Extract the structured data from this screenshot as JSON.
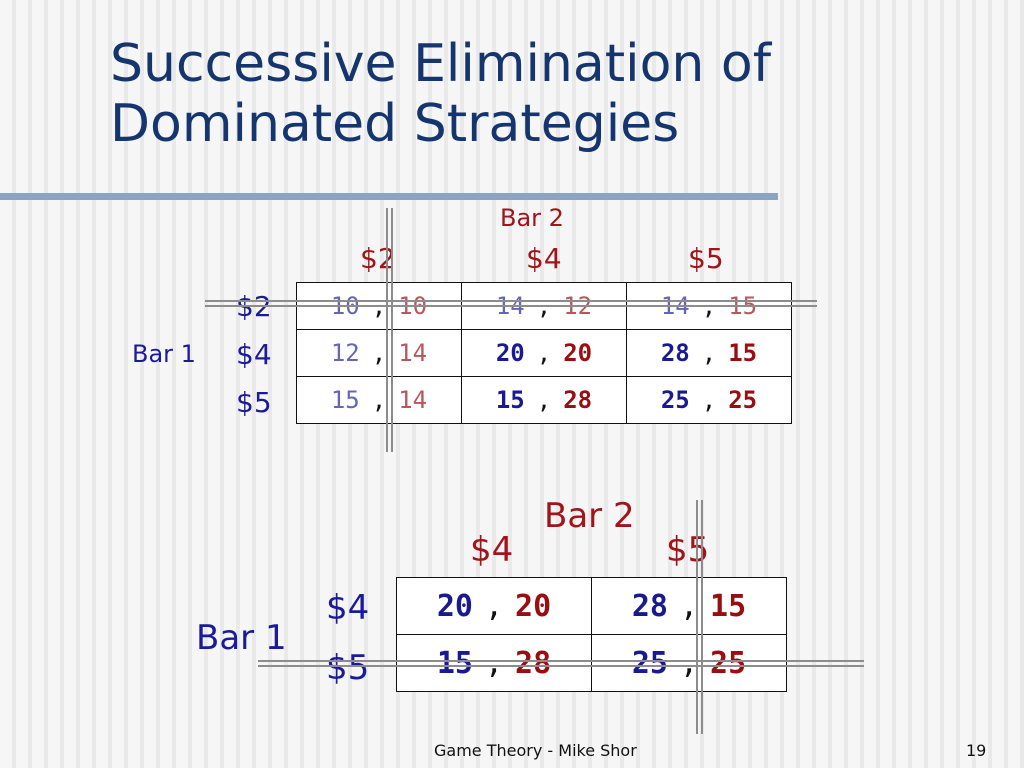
{
  "slide": {
    "title_line1": "Successive Elimination of",
    "title_line2": "Dominated Strategies",
    "footer": "Game Theory - Mike Shor",
    "page_number": "19"
  },
  "matrix_full": {
    "col_player": "Bar 2",
    "row_player": "Bar 1",
    "col_labels": [
      "$2",
      "$4",
      "$5"
    ],
    "row_labels": [
      "$2",
      "$4",
      "$5"
    ],
    "rows": [
      [
        [
          "10",
          "10"
        ],
        [
          "14",
          "12"
        ],
        [
          "14",
          "15"
        ]
      ],
      [
        [
          "12",
          "14"
        ],
        [
          "20",
          "20"
        ],
        [
          "28",
          "15"
        ]
      ],
      [
        [
          "15",
          "14"
        ],
        [
          "15",
          "28"
        ],
        [
          "25",
          "25"
        ]
      ]
    ],
    "eliminated": [
      "row $2",
      "column $2"
    ]
  },
  "matrix_reduced": {
    "col_player": "Bar 2",
    "row_player": "Bar 1",
    "col_labels": [
      "$4",
      "$5"
    ],
    "row_labels": [
      "$4",
      "$5"
    ],
    "rows": [
      [
        [
          "20",
          "20"
        ],
        [
          "28",
          "15"
        ]
      ],
      [
        [
          "15",
          "28"
        ],
        [
          "25",
          "25"
        ]
      ]
    ],
    "eliminated": [
      "row $5",
      "column $5"
    ]
  },
  "colors": {
    "title": "#15356e",
    "bar2_labels": "#a0141a",
    "bar1_labels": "#1a1a9a",
    "rule": "#8aa4c2"
  }
}
